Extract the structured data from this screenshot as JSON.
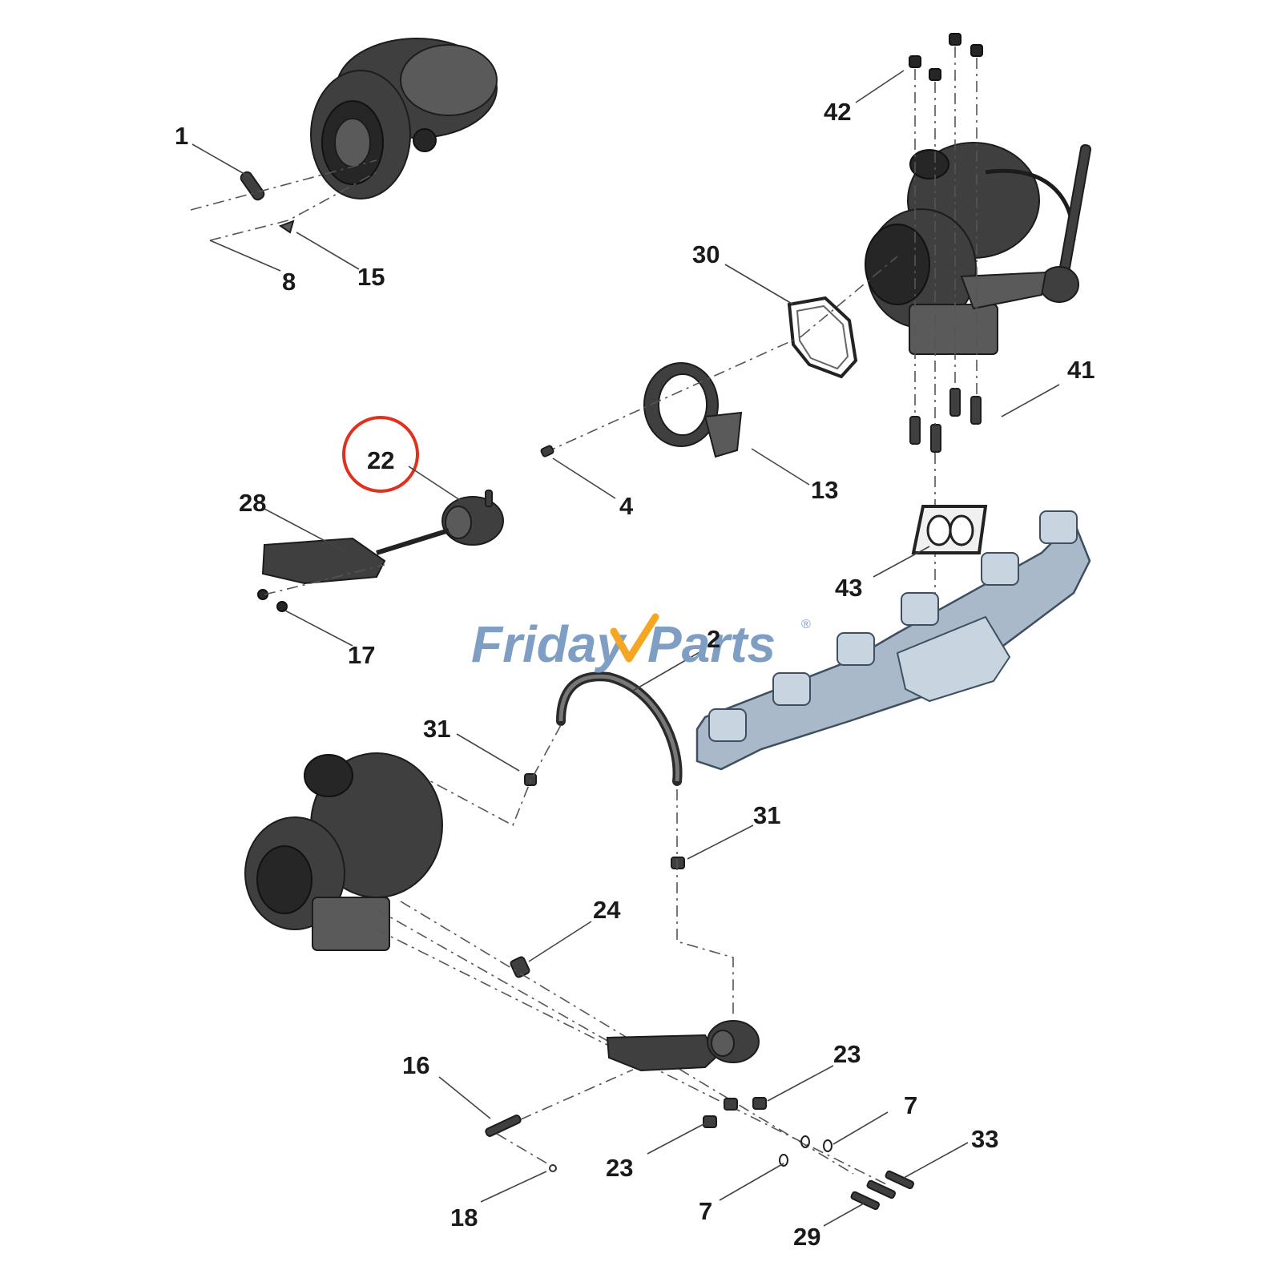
{
  "brand": {
    "name_part1": "Friday",
    "name_part2": "Parts",
    "registered_mark": "®",
    "color_primary": "#7f9ec4",
    "color_accent": "#f5a623"
  },
  "highlight": {
    "label": "22",
    "color": "#e0301e"
  },
  "callouts": [
    {
      "id": "c1",
      "label": "1"
    },
    {
      "id": "c8",
      "label": "8"
    },
    {
      "id": "c15",
      "label": "15"
    },
    {
      "id": "c42",
      "label": "42"
    },
    {
      "id": "c30",
      "label": "30"
    },
    {
      "id": "c41",
      "label": "41"
    },
    {
      "id": "c13",
      "label": "13"
    },
    {
      "id": "c4",
      "label": "4"
    },
    {
      "id": "c22",
      "label": "22"
    },
    {
      "id": "c28",
      "label": "28"
    },
    {
      "id": "c17",
      "label": "17"
    },
    {
      "id": "c43",
      "label": "43"
    },
    {
      "id": "c2",
      "label": "2"
    },
    {
      "id": "c31a",
      "label": "31"
    },
    {
      "id": "c31b",
      "label": "31"
    },
    {
      "id": "c24",
      "label": "24"
    },
    {
      "id": "c16",
      "label": "16"
    },
    {
      "id": "c23a",
      "label": "23"
    },
    {
      "id": "c23b",
      "label": "23"
    },
    {
      "id": "c7a",
      "label": "7"
    },
    {
      "id": "c7b",
      "label": "7"
    },
    {
      "id": "c33",
      "label": "33"
    },
    {
      "id": "c18",
      "label": "18"
    },
    {
      "id": "c29",
      "label": "29"
    }
  ]
}
